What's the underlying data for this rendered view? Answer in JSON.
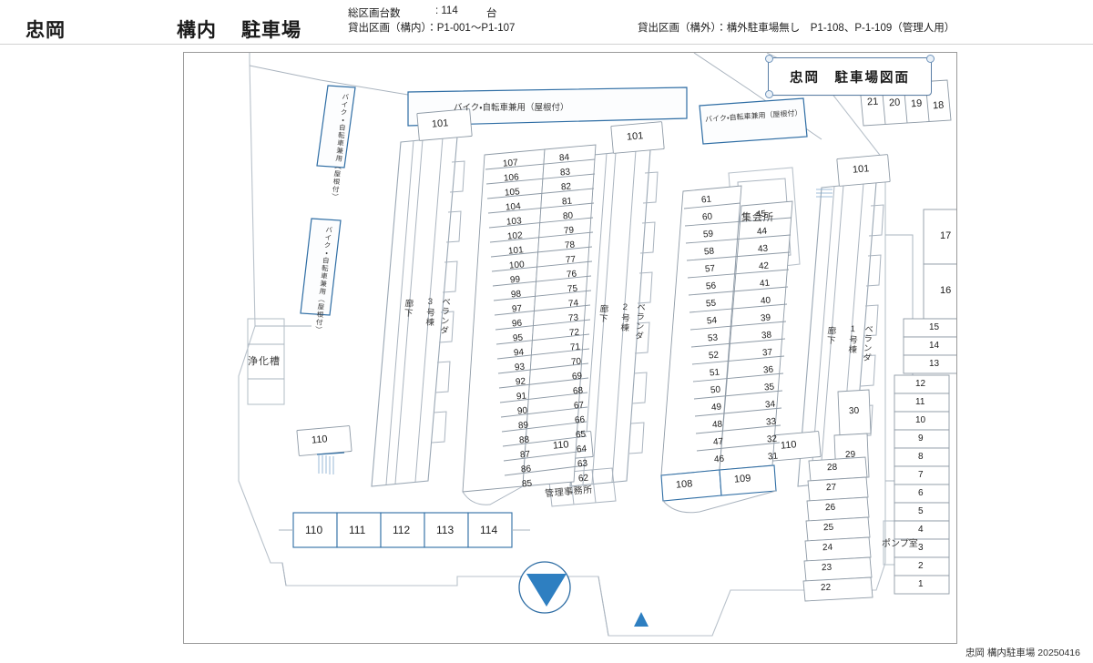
{
  "header": {
    "site_name": "忠岡",
    "area_label": "構内",
    "kind_label": "駐車場",
    "meta": {
      "total_label": "総区画台数",
      "total_value": ": 114",
      "total_unit": "台",
      "inside_line": "貸出区画（構内）：P1-001～P1-107",
      "outside_line": "貸出区画（構外）：構外駐車場無し　P1-108、P-1-109（管理人用）"
    }
  },
  "title_block": {
    "text": "忠岡　駐車場図面"
  },
  "facilities": {
    "septic_tank": "浄化槽",
    "meeting_hall": "集会所",
    "management_office": "管理事務所",
    "pump_room": "ポンプ室"
  },
  "buildings": [
    {
      "corridor": "廊下",
      "name": "3号棟",
      "veranda": "ベランダ",
      "unit_top": "101",
      "unit_bottom": "110"
    },
    {
      "corridor": "廊下",
      "name": "2号棟",
      "veranda": "ベランダ",
      "unit_top": "101",
      "unit_bottom": "110"
    },
    {
      "corridor": "廊下",
      "name": "1号棟",
      "veranda": "ベランダ",
      "unit_top": "101",
      "unit_bottom": "110"
    }
  ],
  "bike_parking": [
    {
      "label": "バイク・自転車兼用（屋根付）"
    },
    {
      "label": "バイク・自転車兼用（屋根付）"
    },
    {
      "label": "バイク・自転車兼用（屋根付）"
    },
    {
      "label": "バイク・自転車兼用（屋根付）"
    }
  ],
  "stall_groups": {
    "block_a_left": [
      "107",
      "106",
      "105",
      "104",
      "103",
      "102",
      "101",
      "100",
      "99",
      "98",
      "97",
      "96",
      "95",
      "94",
      "93",
      "92",
      "91",
      "90",
      "89",
      "88",
      "87",
      "86",
      "85"
    ],
    "block_a_right": [
      "84",
      "83",
      "82",
      "81",
      "80",
      "79",
      "78",
      "77",
      "76",
      "75",
      "74",
      "73",
      "72",
      "71",
      "70",
      "69",
      "68",
      "67",
      "66",
      "65",
      "64",
      "63",
      "62"
    ],
    "block_b_left": [
      "61",
      "60",
      "59",
      "58",
      "57",
      "56",
      "55",
      "54",
      "53",
      "52",
      "51",
      "50",
      "49",
      "48",
      "47",
      "46"
    ],
    "block_b_right": [
      "45",
      "44",
      "43",
      "42",
      "41",
      "40",
      "39",
      "38",
      "37",
      "36",
      "35",
      "34",
      "33",
      "32",
      "31"
    ],
    "block_b_manager": [
      "108",
      "109"
    ],
    "top_right_row": [
      "21",
      "20",
      "19",
      "18"
    ],
    "right_tall": [
      "17",
      "16"
    ],
    "right_mid": [
      "15",
      "14",
      "13"
    ],
    "right_column": [
      "12",
      "11",
      "10",
      "9",
      "8",
      "7",
      "6",
      "5",
      "4",
      "3",
      "2",
      "1"
    ],
    "right_angled": [
      "30",
      "29"
    ],
    "right_angled_lower": [
      "28",
      "27",
      "26",
      "25",
      "24",
      "23",
      "22"
    ],
    "bottom_row": [
      "110",
      "111",
      "112",
      "113",
      "114"
    ]
  },
  "footer": {
    "note": "忠岡 構内駐車場 20250416"
  },
  "colors": {
    "blue_line": "#2e6da4",
    "gray_line": "#9aa7b4",
    "ground_line": "#b9c2cb",
    "arrow_fill": "#2e7fc1"
  }
}
